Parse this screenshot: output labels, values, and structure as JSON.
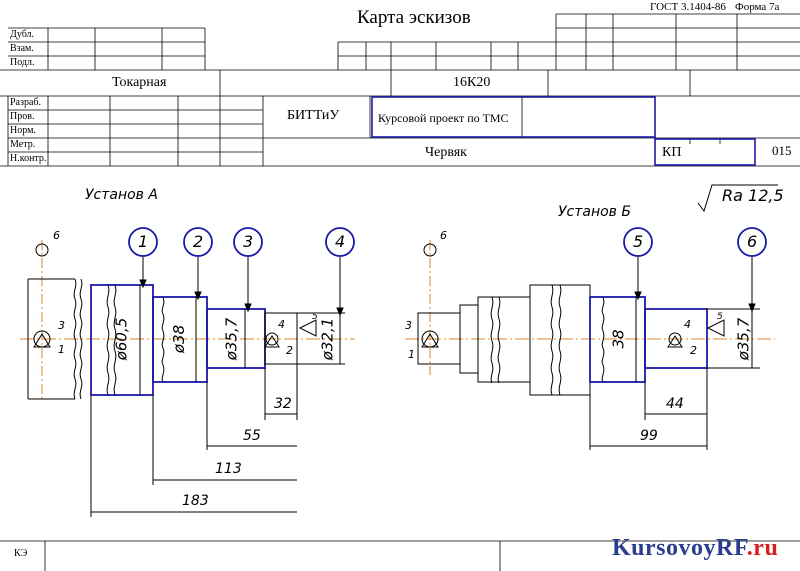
{
  "header": {
    "standard": "ГОСТ  3.1404-86",
    "form": "Форма  7а",
    "title": "Карта эскизов"
  },
  "left_labels": [
    "Дубл.",
    "Взам.",
    "Подл."
  ],
  "sign_labels": [
    "Разраб.",
    "Пров.",
    "Норм.",
    "Метр.",
    "Н.контр."
  ],
  "operation": "Токарная",
  "machine": "16К20",
  "organization": "БИТТиУ",
  "project": "Курсовой проект по ТМС",
  "part_name": "Червяк",
  "doc_code": "КП",
  "sheet_number": "015",
  "footer_label": "КЭ",
  "setup_a": "Установ А",
  "setup_b": "Установ Б",
  "roughness": "Ra 12,5",
  "setup_a_dims": {
    "diameters": [
      "ø60,5",
      "ø38",
      "ø35,7",
      "ø32,1"
    ],
    "lengths": [
      "32",
      "55",
      "113",
      "183"
    ],
    "surfaces": [
      "1",
      "2",
      "3",
      "4"
    ],
    "roughness_mark": "5"
  },
  "setup_b_dims": {
    "diameters": [
      "38",
      "ø35,7"
    ],
    "lengths": [
      "44",
      "99"
    ],
    "surfaces": [
      "5",
      "6"
    ],
    "roughness_mark": "5"
  },
  "base_marks": [
    "6",
    "3",
    "1",
    "4",
    "2"
  ],
  "watermark": {
    "part1": "KursovoyRF",
    "part2": ".ru"
  },
  "colors": {
    "outline": "#000000",
    "blue": "#1a1aa8",
    "axis": "#d98a2a",
    "wm_blue": "#2a3d8f",
    "wm_red": "#d41f1f"
  }
}
